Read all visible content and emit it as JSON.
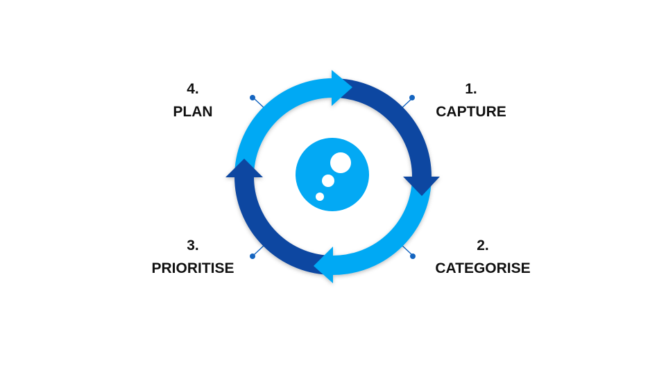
{
  "diagram": {
    "steps": [
      {
        "number": "1.",
        "name": "CAPTURE"
      },
      {
        "number": "2.",
        "name": "CATEGORISE"
      },
      {
        "number": "3.",
        "name": "PRIORITISE"
      },
      {
        "number": "4.",
        "name": "PLAN"
      }
    ],
    "colors": {
      "light_arc": "#03a9f4",
      "dark_arc": "#0d47a1",
      "center_circle": "#03a9f4",
      "bubbles": "#ffffff",
      "connector": "#1565c0",
      "text": "#111111"
    },
    "center_icon": "bubbles-icon"
  }
}
